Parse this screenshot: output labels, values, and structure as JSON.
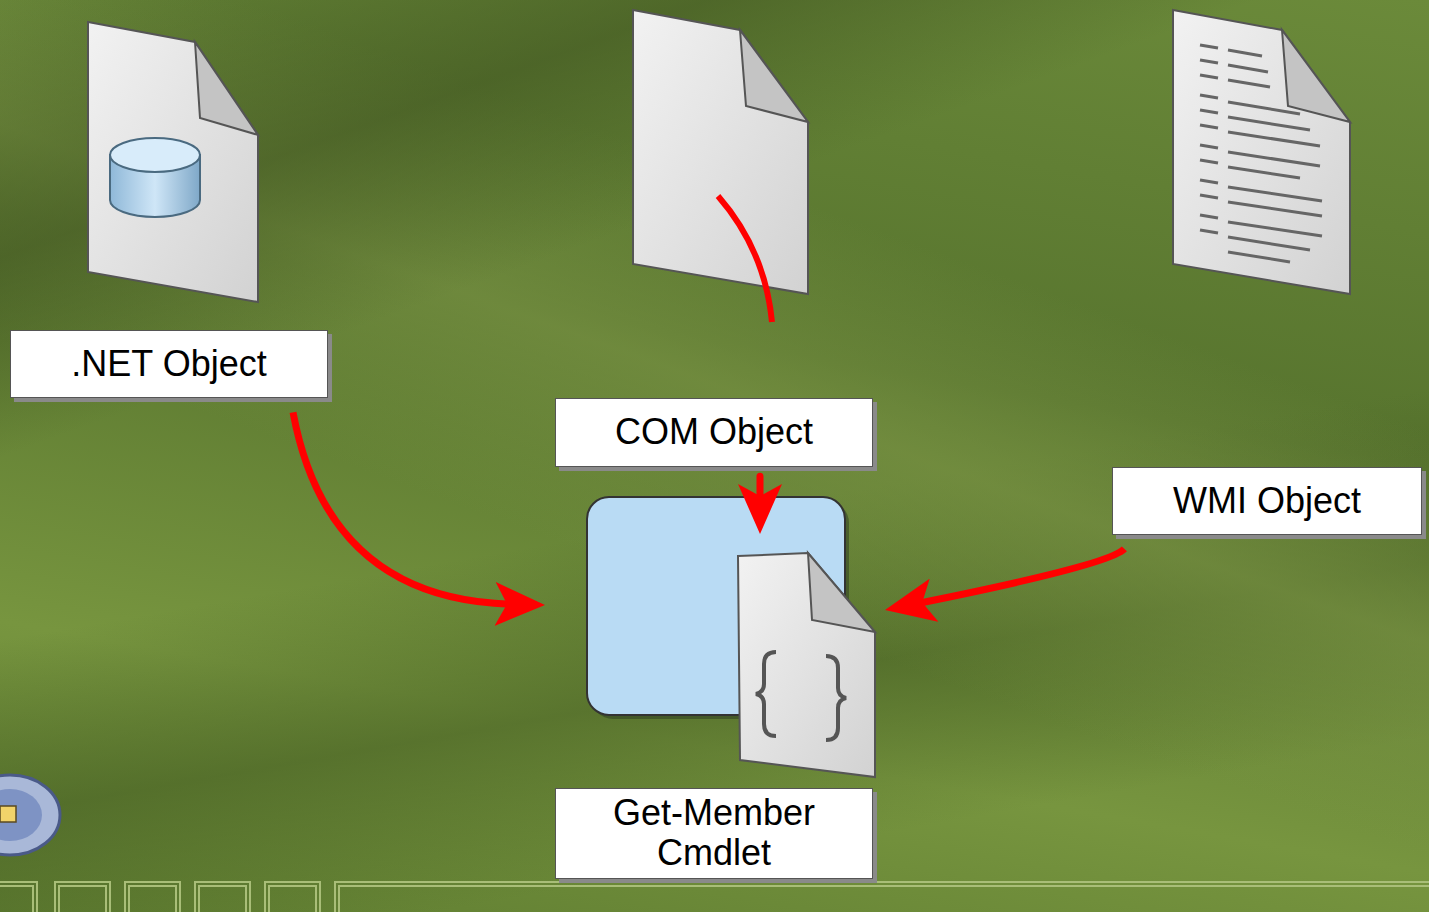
{
  "diagram": {
    "nodes": [
      {
        "text": [
          ".NET Object"
        ]
      },
      {
        "text": [
          "COM Object"
        ]
      },
      {
        "text": [
          "WMI Object"
        ]
      },
      {
        "text": [
          "Get-Member Cmdlet"
        ]
      }
    ],
    "edges": [
      {
        "from": 0,
        "to": 3,
        "arrow": "to"
      },
      {
        "from": 1,
        "to": 3,
        "arrow": "to"
      },
      {
        "from": 2,
        "to": 3,
        "arrow": "to"
      }
    ]
  }
}
